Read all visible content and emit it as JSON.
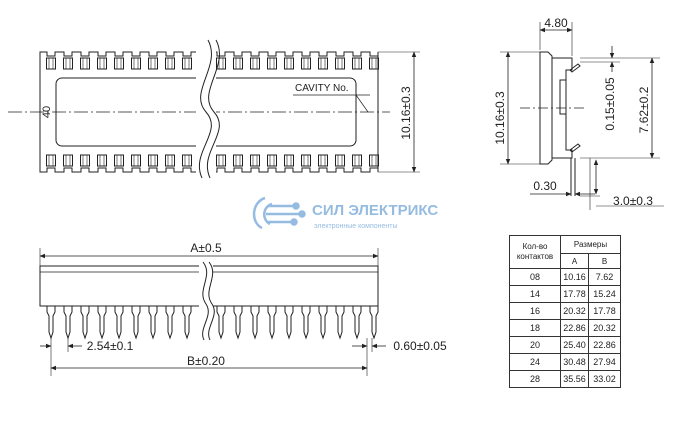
{
  "top_view": {
    "cavity_label": "CAVITY No.",
    "pin_number": "40",
    "height_dim": "10.16±0.3"
  },
  "side_view": {
    "dim_a": "A±0.5",
    "dim_b": "B±0.20",
    "pitch": "2.54±0.1",
    "pin_width": "0.60±0.05"
  },
  "end_view": {
    "width": "4.80",
    "height": "10.16±0.3",
    "thickness": "0.15±0.05",
    "row_spacing": "7.62±0.2",
    "lead_thickness": "0.30",
    "lead_length": "3.0±0.3"
  },
  "watermark": {
    "brand": "СИЛ ЭЛЕКТРИКС",
    "tagline": "электронные компоненты",
    "color": "#3f86c8"
  },
  "size_table": {
    "contacts_header": "Кол-во контактов",
    "sizes_header": "Размеры",
    "col_a": "A",
    "col_b": "B",
    "rows": [
      {
        "count": "08",
        "a": "10.16",
        "b": "7.62"
      },
      {
        "count": "14",
        "a": "17.78",
        "b": "15.24"
      },
      {
        "count": "16",
        "a": "20.32",
        "b": "17.78"
      },
      {
        "count": "18",
        "a": "22.86",
        "b": "20.32"
      },
      {
        "count": "20",
        "a": "25.40",
        "b": "22.86"
      },
      {
        "count": "24",
        "a": "30.48",
        "b": "27.94"
      },
      {
        "count": "28",
        "a": "35.56",
        "b": "33.02"
      }
    ]
  }
}
